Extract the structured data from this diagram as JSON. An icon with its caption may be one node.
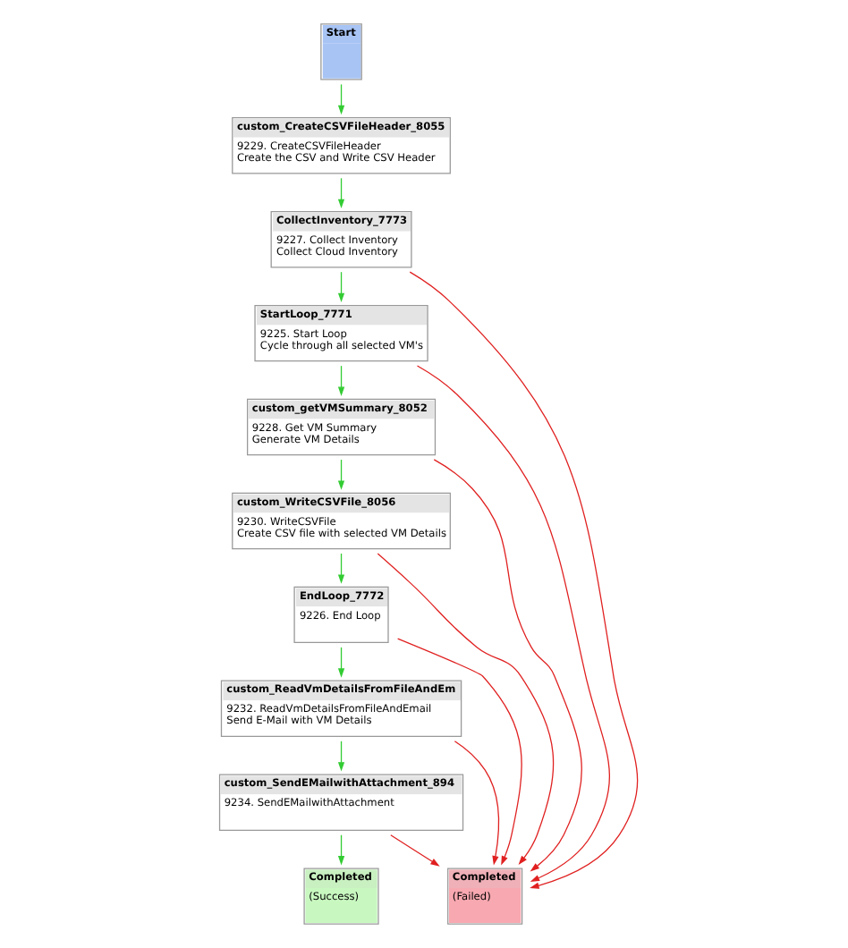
{
  "diagram": {
    "nodes": [
      {
        "text": [
          "Start"
        ]
      },
      {
        "text": [
          "custom_CreateCSVFileHeader_8055",
          "9229. CreateCSVFileHeader",
          "Create the CSV and Write CSV Header"
        ]
      },
      {
        "text": [
          "CollectInventory_7773",
          "9227. Collect Inventory",
          "Collect Cloud Inventory"
        ]
      },
      {
        "text": [
          "StartLoop_7771",
          "9225. Start Loop",
          "Cycle through all selected VM's"
        ]
      },
      {
        "text": [
          "custom_getVMSummary_8052",
          "9228. Get VM Summary",
          "Generate VM Details"
        ]
      },
      {
        "text": [
          "custom_WriteCSVFile_8056",
          "9230. WriteCSVFile",
          "Create CSV file with selected VM Details"
        ]
      },
      {
        "text": [
          "EndLoop_7772",
          "9226. End Loop"
        ]
      },
      {
        "text": [
          "custom_ReadVmDetailsFromFileAndEm",
          "9232. ReadVmDetailsFromFileAndEmail",
          "Send E-Mail with VM Details"
        ]
      },
      {
        "text": [
          "custom_SendEMailwithAttachment_894",
          "9234. SendEMailwithAttachment"
        ]
      },
      {
        "text": [
          "Completed",
          "(Success)"
        ]
      },
      {
        "text": [
          "Completed",
          "(Failed)"
        ]
      }
    ],
    "edges": [
      {
        "from": 0,
        "to": 1,
        "arrow": "to"
      },
      {
        "from": 1,
        "to": 2,
        "arrow": "to"
      },
      {
        "from": 2,
        "to": 3,
        "arrow": "to"
      },
      {
        "from": 3,
        "to": 4,
        "arrow": "to"
      },
      {
        "from": 4,
        "to": 5,
        "arrow": "to"
      },
      {
        "from": 5,
        "to": 6,
        "arrow": "to"
      },
      {
        "from": 6,
        "to": 7,
        "arrow": "to"
      },
      {
        "from": 7,
        "to": 8,
        "arrow": "to"
      },
      {
        "from": 8,
        "to": 9,
        "arrow": "to"
      },
      {
        "from": 2,
        "to": 10,
        "arrow": "to",
        "color": "#e02020"
      },
      {
        "from": 3,
        "to": 10,
        "arrow": "to",
        "color": "#e02020"
      },
      {
        "from": 4,
        "to": 10,
        "arrow": "to",
        "color": "#e02020"
      },
      {
        "from": 5,
        "to": 10,
        "arrow": "to",
        "color": "#e02020"
      },
      {
        "from": 6,
        "to": 10,
        "arrow": "to",
        "color": "#e02020"
      },
      {
        "from": 7,
        "to": 10,
        "arrow": "to",
        "color": "#e02020"
      },
      {
        "from": 8,
        "to": 10,
        "arrow": "to",
        "color": "#e02020"
      }
    ]
  }
}
